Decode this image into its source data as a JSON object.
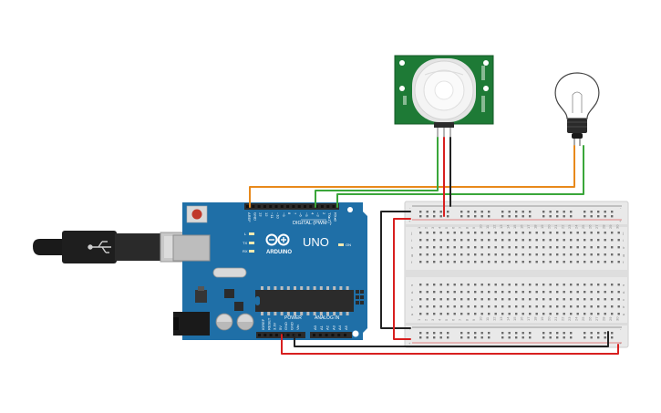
{
  "board": {
    "logo": "UNO",
    "brand": "ARDUINO",
    "digital_label": "DIGITAL (PWM~)",
    "power_label": "POWER",
    "analog_label": "ANALOG IN",
    "led_l": "L",
    "led_tx": "TX",
    "led_rx": "RX",
    "led_on": "ON",
    "digital_pins": [
      "AREF",
      "GND",
      "13",
      "12",
      "~11",
      "~10",
      "~9",
      "8",
      "7",
      "~6",
      "~5",
      "4",
      "~3",
      "2",
      "TX▸1",
      "RX◂0"
    ],
    "power_pins": [
      "IOREF",
      "RESET",
      "3.3V",
      "5V",
      "GND",
      "GND",
      "Vin"
    ],
    "analog_pins": [
      "A0",
      "A1",
      "A2",
      "A3",
      "A4",
      "A5"
    ]
  },
  "breadboard": {
    "row_letters": [
      "a",
      "b",
      "c",
      "d",
      "e",
      "f",
      "g",
      "h",
      "i",
      "j"
    ],
    "columns": 30,
    "rail_plus": "+",
    "rail_minus": "-"
  },
  "colors": {
    "board": "#1f6fa7",
    "wire_orange": "#e8891b",
    "wire_green": "#3aa63a",
    "wire_red": "#d81f1f",
    "wire_black": "#222222",
    "pir_pcb": "#1e7a36"
  }
}
